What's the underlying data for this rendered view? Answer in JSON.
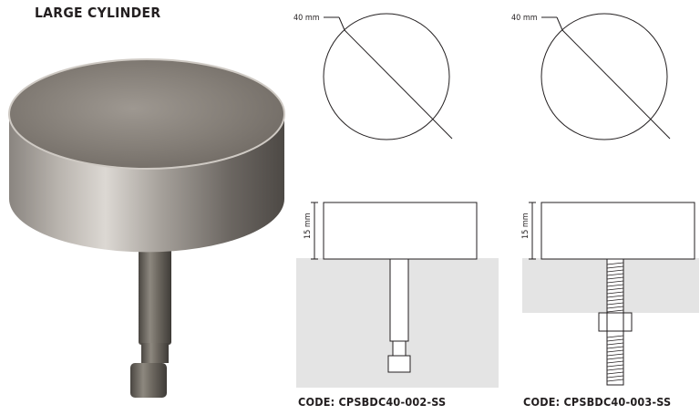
{
  "product": {
    "title": "LARGE CYLINDER"
  },
  "variants": [
    {
      "diameter_label": "40 mm",
      "height_label": "15 mm",
      "code": "CODE: CPSBDC40-002-SS",
      "stem": "plain"
    },
    {
      "diameter_label": "40 mm",
      "height_label": "15 mm",
      "code": "CODE: CPSBDC40-003-SS",
      "stem": "threaded"
    }
  ],
  "colors": {
    "ground": "#e4e4e4",
    "line": "#231f20",
    "metal_light": "#c9c5bf",
    "metal_dark": "#6f6a64"
  }
}
